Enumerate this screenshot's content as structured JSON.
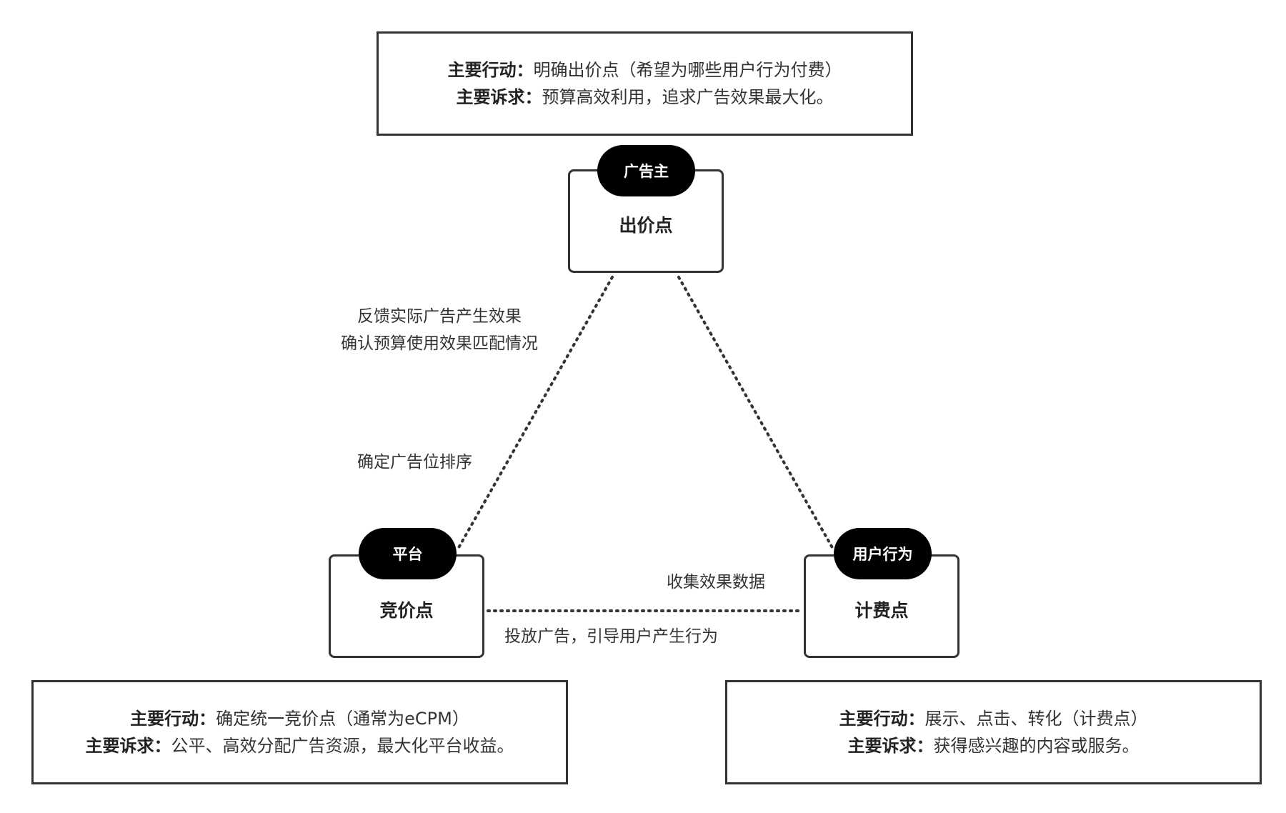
{
  "info_boxes": {
    "advertiser": {
      "action_label": "主要行动：",
      "action_text": "明确出价点（希望为哪些用户行为付费）",
      "demand_label": "主要诉求：",
      "demand_text": "预算高效利用，追求广告效果最大化。"
    },
    "platform": {
      "action_label": "主要行动：",
      "action_text": "确定统一竞价点（通常为eCPM）",
      "demand_label": "主要诉求：",
      "demand_text": "公平、高效分配广告资源，最大化平台收益。"
    },
    "user_behavior": {
      "action_label": "主要行动：",
      "action_text": "展示、点击、转化（计费点）",
      "demand_label": "主要诉求：",
      "demand_text": "获得感兴趣的内容或服务。"
    }
  },
  "nodes": {
    "advertiser": {
      "tag": "广告主",
      "label": "出价点"
    },
    "platform": {
      "tag": "平台",
      "label": "竞价点"
    },
    "user_behavior": {
      "tag": "用户行为",
      "label": "计费点"
    }
  },
  "edge_labels": {
    "feedback_line1": "反馈实际广告产生效果",
    "feedback_line2": "确认预算使用效果匹配情况",
    "ranking": "确定广告位排序",
    "collect": "收集效果数据",
    "deliver": "投放广告，引导用户产生行为"
  },
  "colors": {
    "pill_fill": "#000000",
    "pill_text": "#ffffff",
    "stroke": "#333333"
  }
}
